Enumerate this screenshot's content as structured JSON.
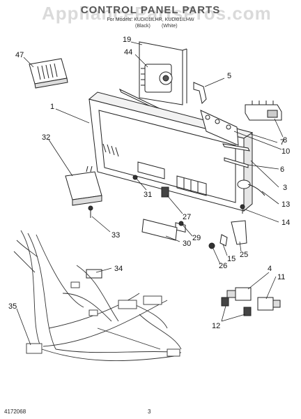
{
  "header": {
    "title": "CONTROL PANEL PARTS",
    "models": "For Models: KUDI01ILHR, KUDI01ILHW",
    "variant_black": "(Black)",
    "variant_white": "(White)"
  },
  "watermark": "AppliancePartsPros.com",
  "footer": {
    "doc_number": "4172068",
    "page_number": "3"
  },
  "callouts": [
    "47",
    "19",
    "44",
    "5",
    "1",
    "8",
    "10",
    "7",
    "32",
    "6",
    "31",
    "3",
    "13",
    "27",
    "14",
    "33",
    "29",
    "30",
    "25",
    "15",
    "26",
    "34",
    "4",
    "11",
    "35",
    "12"
  ]
}
